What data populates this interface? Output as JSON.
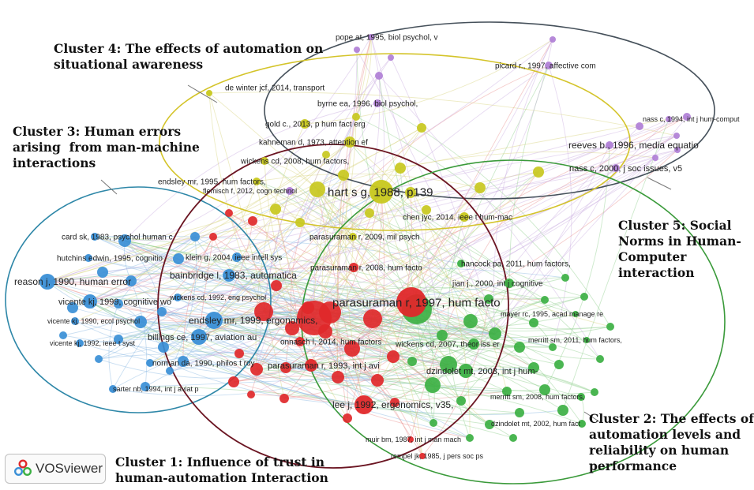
{
  "branding": {
    "logo": "VOSviewer"
  },
  "clusters": [
    {
      "id": 1,
      "title": "Cluster 1: Influence of trust in\nhuman-automation Interaction",
      "color": "#e0282a"
    },
    {
      "id": 2,
      "title": "Cluster 2: The effects of\nautomation levels and\nreliability on human\nperformance",
      "color": "#3cb043"
    },
    {
      "id": 3,
      "title": "Cluster 3: Human errors\narising  from man-machine\ninteractions",
      "color": "#3a8fd6"
    },
    {
      "id": 4,
      "title": "Cluster 4: The effects of automation on\nsituational awareness",
      "color": "#c8c81e"
    },
    {
      "id": 5,
      "title": "Cluster 5: Social\nNorms in Human-\nComputer\ninteraction",
      "color": "#b07fd6"
    }
  ],
  "nodes": [
    {
      "label": "pope at, 1995, biol psychol, v",
      "cluster": 5
    },
    {
      "label": "picard r., 1997, affective com",
      "cluster": 5
    },
    {
      "label": "byrne ea, 1996, biol psychol,",
      "cluster": 5
    },
    {
      "label": "nass c, 1994, int j hum-comput",
      "cluster": 5
    },
    {
      "label": "reeves b., 1996, media equatio",
      "cluster": 5
    },
    {
      "label": "nass c, 2000, j soc issues, v5",
      "cluster": 5
    },
    {
      "label": "flemisch f, 2012, cogn technol",
      "cluster": 5
    },
    {
      "label": "de winter jcf, 2014, transport",
      "cluster": 4
    },
    {
      "label": "gold c., 2013, p hum fact erg",
      "cluster": 4
    },
    {
      "label": "kahneman d, 1973, attention ef",
      "cluster": 4
    },
    {
      "label": "wickens cd, 2008, hum factors,",
      "cluster": 4
    },
    {
      "label": "endsley mr, 1995, hum factors,",
      "cluster": 4
    },
    {
      "label": "hart s g, 1988, p139",
      "cluster": 4
    },
    {
      "label": "chen jyc, 2014, ieee t hum-mac",
      "cluster": 4
    },
    {
      "label": "parasuraman r, 2009, mil psych",
      "cluster": 4
    },
    {
      "label": "card sk, 1983, psychol human c",
      "cluster": 3
    },
    {
      "label": "hutchins edwin, 1995, cognitio",
      "cluster": 3
    },
    {
      "label": "reason j, 1990, human error",
      "cluster": 3
    },
    {
      "label": "vicente kj, 1999, cognitive wo",
      "cluster": 3
    },
    {
      "label": "vicente kj, 1990, ecol psychol",
      "cluster": 3
    },
    {
      "label": "vicente kj, 1992, ieee t syst",
      "cluster": 3
    },
    {
      "label": "bainbridge l, 1983, automatica",
      "cluster": 3
    },
    {
      "label": "wickens cd, 1992, eng psychol",
      "cluster": 3
    },
    {
      "label": "endsley mr, 1999, ergonomics,",
      "cluster": 3
    },
    {
      "label": "billings ce, 1997, aviation au",
      "cluster": 3
    },
    {
      "label": "norman da, 1990, philos t roy",
      "cluster": 3
    },
    {
      "label": "sarter nb, 1994, int j aviat p",
      "cluster": 3
    },
    {
      "label": "klein g, 2004, ieee intell sys",
      "cluster": 3
    },
    {
      "label": "parasuraman r, 2008, hum facto",
      "cluster": 1
    },
    {
      "label": "parasuraman r, 1997, hum facto",
      "cluster": 1
    },
    {
      "label": "onnasch l, 2014, hum factors",
      "cluster": 1
    },
    {
      "label": "parasuraman r, 1993, int j avi",
      "cluster": 1
    },
    {
      "label": "lee j, 1992, ergonomics, v35,",
      "cluster": 1
    },
    {
      "label": "muir bm, 1987, int j man mach",
      "cluster": 1
    },
    {
      "label": "rempel jk, 1985, j pers soc ps",
      "cluster": 1
    },
    {
      "label": "hancock pa, 2011, hum factors,",
      "cluster": 2
    },
    {
      "label": "jian j., 2000, int j cognitive",
      "cluster": 2
    },
    {
      "label": "mayer rc, 1995, acad manage re",
      "cluster": 2
    },
    {
      "label": "merritt sm, 2011, hum factors,",
      "cluster": 2
    },
    {
      "label": "wickens cd, 2007, theor iss er",
      "cluster": 2
    },
    {
      "label": "dzindolet mt, 2003, int j hum-",
      "cluster": 2
    },
    {
      "label": "merritt sm, 2008, hum factors,",
      "cluster": 2
    },
    {
      "label": "dzindolet mt, 2002, hum fact",
      "cluster": 2
    }
  ]
}
